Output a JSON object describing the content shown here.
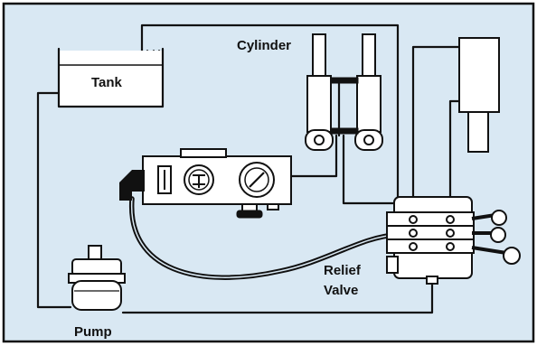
{
  "diagram": {
    "labels": {
      "tank": "Tank",
      "cylinder": "Cylinder",
      "relief_valve_line1": "Relief",
      "relief_valve_line2": "Valve",
      "pump": "Pump"
    },
    "colors": {
      "background": "#d9e8f3",
      "frame": "#111111",
      "component_fill": "#ffffff"
    }
  }
}
